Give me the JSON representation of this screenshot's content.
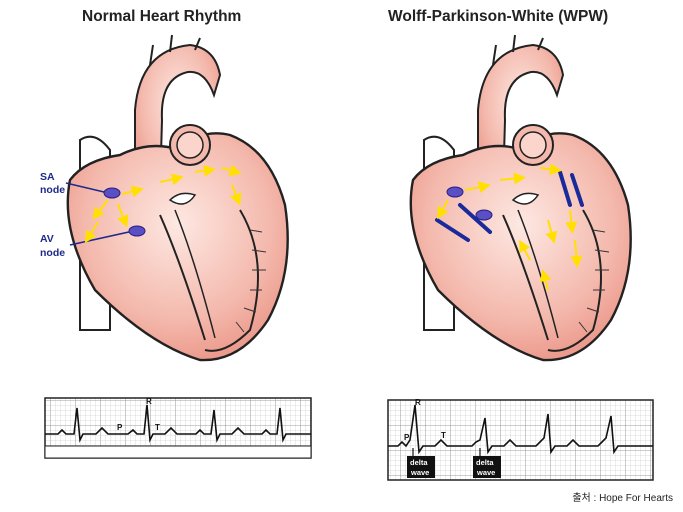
{
  "titles": {
    "left": "Normal Heart Rhythm",
    "right": "Wolff-Parkinson-White (WPW)"
  },
  "labels": {
    "sa_line1": "SA",
    "sa_line2": "node",
    "av_line1": "AV",
    "av_line2": "node"
  },
  "ecg_left": {
    "p": "P",
    "r": "R",
    "t": "T"
  },
  "ecg_right": {
    "p": "P",
    "r": "R",
    "t": "T",
    "delta1_line1": "delta",
    "delta1_line2": "wave",
    "delta2_line1": "delta",
    "delta2_line2": "wave"
  },
  "credit": "출처 : Hope For Hearts",
  "colors": {
    "node": "#5a4fc4",
    "arrow": "#ffe000",
    "accessory_pathway": "#1a2a9a",
    "muscle": "#f3b8ac",
    "outline": "#222222"
  }
}
